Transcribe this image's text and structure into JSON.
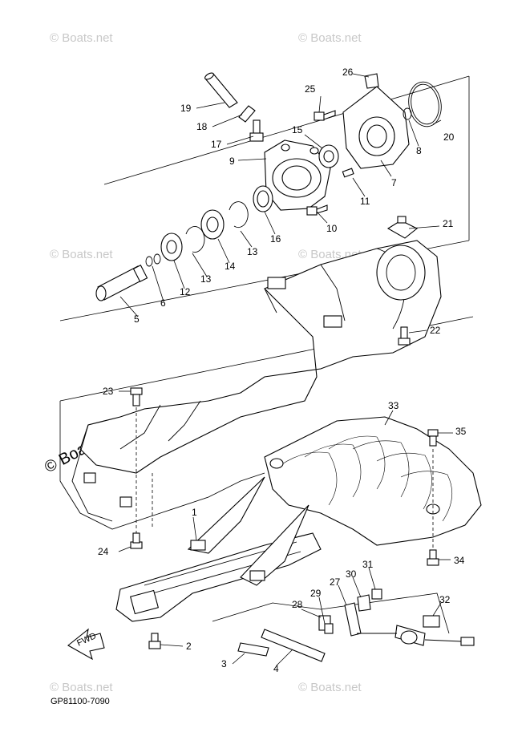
{
  "diagram": {
    "drawing_code": "GP81100-7090",
    "fwd_label": "FWD",
    "watermark": "© Boats.net",
    "callouts": {
      "c1": "1",
      "c2": "2",
      "c3": "3",
      "c4": "4",
      "c5": "5",
      "c6": "6",
      "c7": "7",
      "c8": "8",
      "c9": "9",
      "c10": "10",
      "c11": "11",
      "c12": "12",
      "c13a": "13",
      "c13b": "13",
      "c14": "14",
      "c15": "15",
      "c16": "16",
      "c17": "17",
      "c18": "18",
      "c19": "19",
      "c20": "20",
      "c21": "21",
      "c22": "22",
      "c23": "23",
      "c24": "24",
      "c25": "25",
      "c26": "26",
      "c27": "27",
      "c28": "28",
      "c29": "29",
      "c30": "30",
      "c31": "31",
      "c32": "32",
      "c33": "33",
      "c34": "34",
      "c35": "35"
    }
  }
}
